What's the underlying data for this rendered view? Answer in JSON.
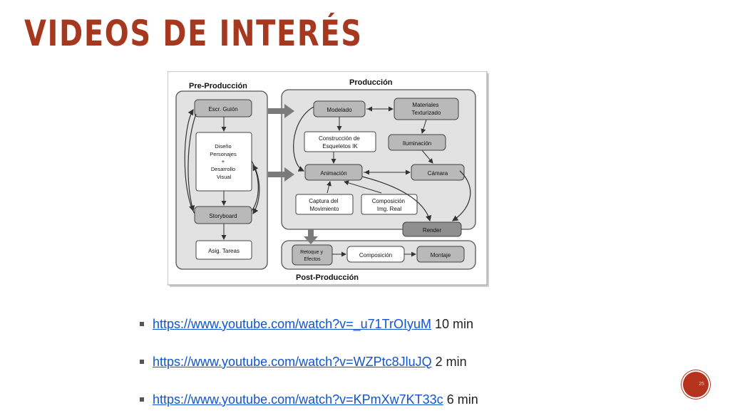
{
  "slide": {
    "title": "VIDEOS DE INTERÉS",
    "slide_number": "25"
  },
  "diagram": {
    "sections": {
      "pre": "Pre-Producción",
      "prod": "Producción",
      "post": "Post-Producción"
    },
    "nodes": {
      "escr_guion": "Escr. Guión",
      "diseno": [
        "Diseño",
        "Personajes",
        "+",
        "Desarrollo",
        "Visual"
      ],
      "storyboard": "Storyboard",
      "asig_tareas": "Asig. Tareas",
      "modelado": "Modelado",
      "materiales": [
        "Materiales",
        "Texturizado"
      ],
      "construccion": [
        "Construcción de",
        "Esqueletos IK"
      ],
      "iluminacion": "Iluminación",
      "animacion": "Animación",
      "camara": "Cámara",
      "captura": [
        "Captura del",
        "Movimiento"
      ],
      "composicion_img": [
        "Composición",
        "Img. Real"
      ],
      "render": "Render",
      "retoque": [
        "Retoque y",
        "Efectos"
      ],
      "composicion": "Composición",
      "montaje": "Montaje"
    }
  },
  "links": [
    {
      "url": "https://www.youtube.com/watch?v=_u71TrOIyuM",
      "duration": "10 min"
    },
    {
      "url": "https://www.youtube.com/watch?v=WZPtc8JluJQ",
      "duration": "2 min"
    },
    {
      "url": "https://www.youtube.com/watch?v=KPmXw7KT33c",
      "duration": "6 min"
    }
  ]
}
